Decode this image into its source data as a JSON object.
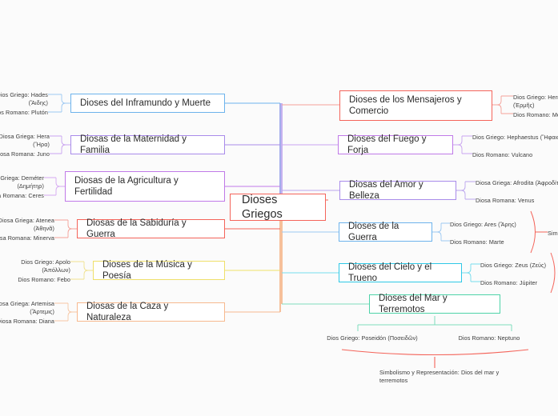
{
  "title": "Dioses Griegos",
  "central": {
    "label": "Dioses Griegos",
    "color": "#f4645a"
  },
  "left_branches": [
    {
      "label": "Dioses del Inframundo y Muerte",
      "color": "#6db3ec",
      "children": [
        "Dios Griego: Hades (Ἅιδης)",
        "Dios Romano: Plutón"
      ]
    },
    {
      "label": "Diosas de la Maternidad y Familia",
      "color": "#a98bea",
      "children": [
        "Diosa Griega: Hera (Ἥρα)",
        "Diosa Romana: Juno"
      ]
    },
    {
      "label": "Diosas de la Agricultura y\nFertilidad",
      "color": "#c07ae8",
      "children": [
        "Diosa Griega: Deméter (Δημήτηρ)",
        "Diosa Romana: Ceres"
      ]
    },
    {
      "label": "Diosas de la Sabiduría y Guerra",
      "color": "#f4645a",
      "children": [
        "Diosa Griega: Atenea (Ἀθηνᾶ)",
        "Diosa Romana: Minerva"
      ]
    },
    {
      "label": "Dioses de la Música y Poesía",
      "color": "#efe06a",
      "children": [
        "Dios Griego: Apolo (Ἀπόλλων)",
        "Dios Romano: Febo"
      ]
    },
    {
      "label": "Diosas de la Caza y Naturaleza",
      "color": "#f7b98f",
      "children": [
        "Diosa Griega: Artemisa (Ἄρτεμις)",
        "Diosa Romana: Diana"
      ]
    }
  ],
  "right_branches": [
    {
      "label": "Dioses de los Mensajeros y\nComercio",
      "color": "#f4645a",
      "children": [
        "Dios Griego: Hermes (Ἑρμῆς)",
        "Dios Romano: Mercurio"
      ]
    },
    {
      "label": "Dioses del Fuego y Forja",
      "color": "#c07ae8",
      "children": [
        "Dios Griego: Hephaestus (Ἥφαιστος)",
        "Dios Romano: Vulcano"
      ]
    },
    {
      "label": "Diosas del Amor y Belleza",
      "color": "#a98bea",
      "children": [
        "Diosa Griega: Afrodita (Ἀφροδίτη)",
        "Diosa Romana: Venus"
      ]
    },
    {
      "label": "Dioses de la Guerra",
      "color": "#6db3ec",
      "children": [
        "Dios Griego: Ares (Ἄρης)",
        "Dios Romano: Marte"
      ],
      "extra": "Simbolismo"
    },
    {
      "label": "Dioses del Cielo y el Trueno",
      "color": "#2ec8e6",
      "children": [
        "Dios Griego: Zeus (Ζεύς)",
        "Dios Romano: Júpiter"
      ]
    },
    {
      "label": "Dioses del Mar y Terremotos",
      "color": "#4ed3a8",
      "children": [
        "Dios Griego: Poseidón (Ποσειδῶν)",
        "Dios Romano: Neptuno"
      ],
      "symbolism": "Simbolismo y Representación: Dios del mar y\nterremotos"
    }
  ]
}
